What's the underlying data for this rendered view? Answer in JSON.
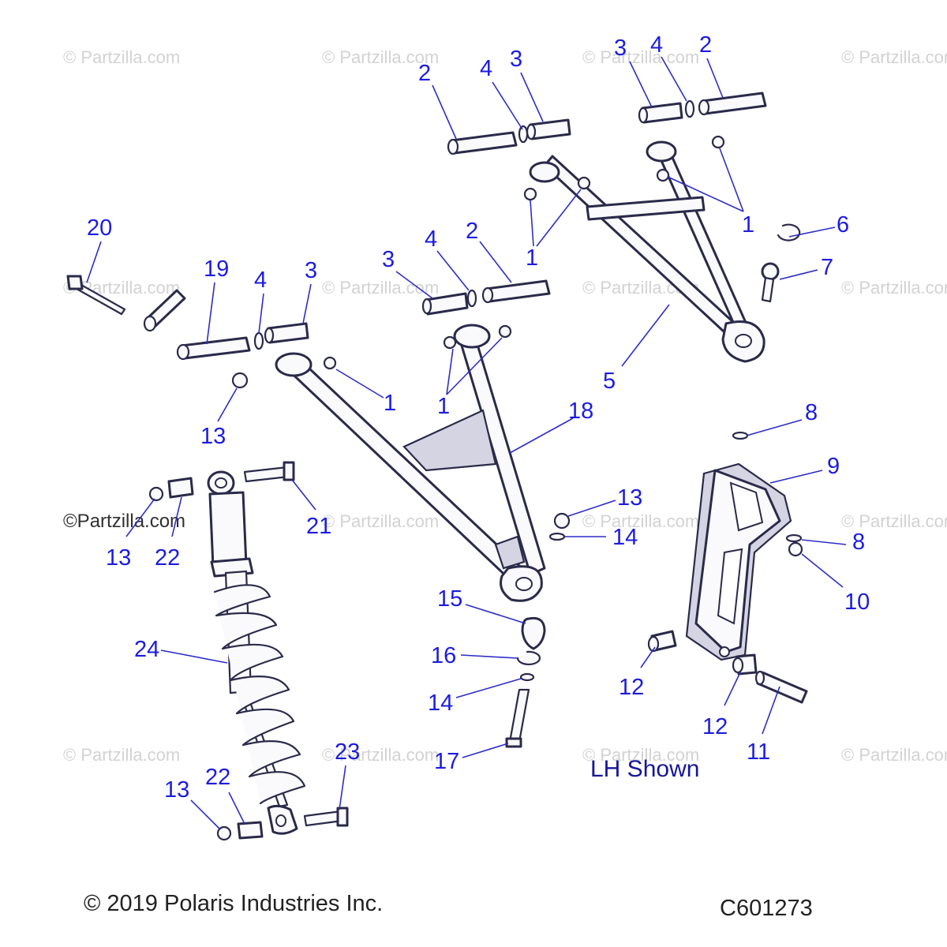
{
  "watermark": "© Partzilla.com",
  "watermark_highlight": "©Partzilla.com",
  "view_note": "LH Shown",
  "copyright": "© 2019 Polaris Industries Inc.",
  "figure_code": "C601273",
  "callouts": {
    "c2a": "2",
    "c4a": "4",
    "c3a": "3",
    "c3b": "3",
    "c4b": "4",
    "c2b": "2",
    "c20": "20",
    "c19": "19",
    "c4c": "4",
    "c3c": "3",
    "c3d": "3",
    "c4d": "4",
    "c2d": "2",
    "c1a": "1",
    "c1b": "1",
    "c6": "6",
    "c7": "7",
    "c5": "5",
    "c1c": "1",
    "c1d": "1",
    "c18": "18",
    "c13a": "13",
    "c8a": "8",
    "c9": "9",
    "c13b": "13",
    "c22a": "22",
    "c21": "21",
    "c13c": "13",
    "c14a": "14",
    "c8b": "8",
    "c10": "10",
    "c15": "15",
    "c16": "16",
    "c14b": "14",
    "c17": "17",
    "c24": "24",
    "c12a": "12",
    "c12b": "12",
    "c11": "11",
    "c13d": "13",
    "c22b": "22",
    "c23": "23"
  }
}
